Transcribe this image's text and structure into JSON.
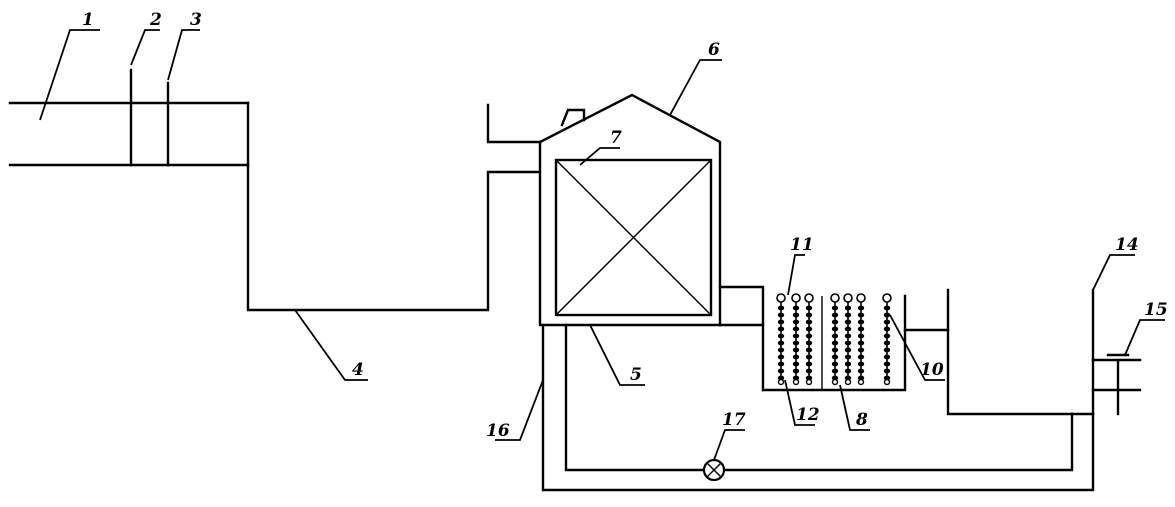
{
  "diagram": {
    "labels": {
      "l1": "1",
      "l2": "2",
      "l3": "3",
      "l4": "4",
      "l5": "5",
      "l6": "6",
      "l7": "7",
      "l8": "8",
      "l10": "10",
      "l11": "11",
      "l12": "12",
      "l14": "14",
      "l15": "15",
      "l16": "16",
      "l17": "17"
    }
  }
}
